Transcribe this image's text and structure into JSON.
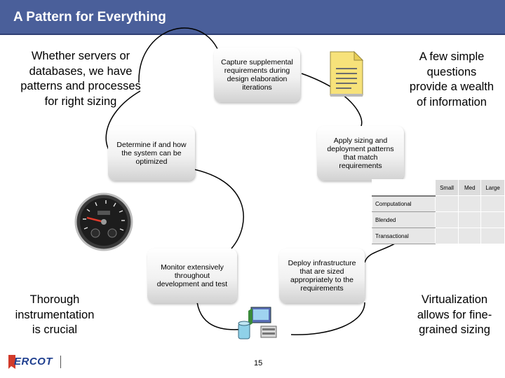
{
  "header": {
    "title": "A Pattern for Everything"
  },
  "callouts": {
    "top_left": [
      "Whether servers or",
      "databases, we have",
      "patterns and processes",
      "for right sizing"
    ],
    "top_right": [
      "A few simple",
      "questions",
      "provide a wealth",
      "of information"
    ],
    "bottom_left": [
      "Thorough",
      "instrumentation",
      "is crucial"
    ],
    "bottom_right": [
      "Virtualization",
      "allows for fine-",
      "grained sizing"
    ]
  },
  "cycle_steps": {
    "capture": [
      "Capture supplemental",
      "requirements during",
      "design elaboration",
      "iterations"
    ],
    "apply": [
      "Apply sizing and",
      "deployment patterns",
      "that match",
      "requirements"
    ],
    "deploy": [
      "Deploy infrastructure",
      "that are sized",
      "appropriately to the",
      "requirements"
    ],
    "monitor": [
      "Monitor extensively",
      "throughout",
      "development and test"
    ],
    "optimize": [
      "Determine if and how",
      "the system can be",
      "optimized"
    ]
  },
  "sizing_table": {
    "columns": [
      "Small",
      "Med",
      "Large"
    ],
    "rows": [
      "Computational",
      "Blended",
      "Transactional"
    ]
  },
  "footer": {
    "logo": "ERCOT",
    "page_number": "15"
  },
  "icons": {
    "document": "document-icon",
    "gauge": "gauge-icon",
    "servers": "servers-icon",
    "logo": "ercot-logo-icon"
  },
  "colors": {
    "title_bar": "#4a5f9a",
    "logo_blue": "#1f3f8f"
  }
}
